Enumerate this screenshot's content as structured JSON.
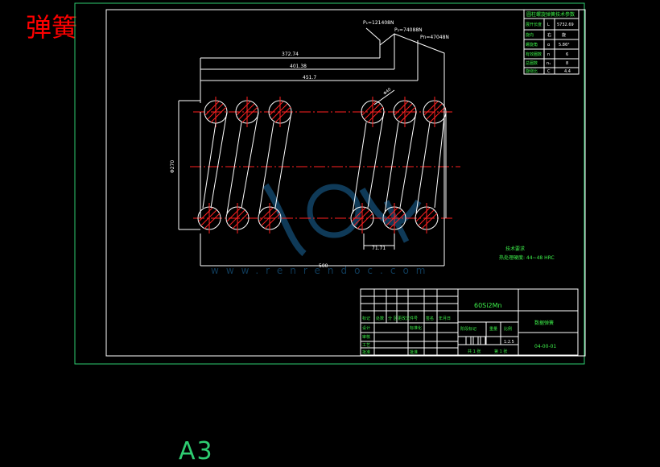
{
  "header": {
    "title": "弹簧"
  },
  "sheet": {
    "size_label": "A3"
  },
  "dimensions": {
    "p1": "P₁=121408N",
    "p2": "P₂=74088N",
    "pn": "Pn=47048N",
    "h1": "372.74",
    "h2": "401.38",
    "h3": "451.7",
    "diameter": "Φ270",
    "wire": "Φ40",
    "pitch": "71.71",
    "width": "500"
  },
  "notes": {
    "title": "技术要求",
    "line1": "热处理硬度: 44~48 HRC"
  },
  "spec_table": {
    "title": "圆柱螺旋弹簧技术参数",
    "rows": [
      {
        "label": "展开长度",
        "sym": "L",
        "val": "5732.69"
      },
      {
        "label": "旋向",
        "sym": "右",
        "val": "旋"
      },
      {
        "label": "螺旋角",
        "sym": "α",
        "val": "5.86°"
      },
      {
        "label": "有效圈数",
        "sym": "n",
        "val": "6"
      },
      {
        "label": "总圈数",
        "sym": "n₁",
        "val": "8"
      },
      {
        "label": "旋绕比",
        "sym": "C",
        "val": "4.4"
      }
    ]
  },
  "title_block": {
    "material": "60Si2Mn",
    "part_name": "数据弹簧",
    "drawing_no": "04-00-01",
    "scale": "1:2.5",
    "sheets_total": "共 1 张",
    "sheet_no": "第 1 张",
    "label_stage": "阶段标记",
    "label_weight": "重量",
    "label_scale": "比例",
    "col_mark": "标记",
    "col_count": "处数",
    "col_zone": "分 区",
    "col_docno": "更改文件号",
    "col_sign": "签名",
    "col_date": "年月日",
    "row_design": "设计",
    "row_std": "标准化",
    "row_check": "审核",
    "row_process": "工艺",
    "row_approve": "批准"
  },
  "watermark": {
    "text": "www.renrendoc.com"
  }
}
